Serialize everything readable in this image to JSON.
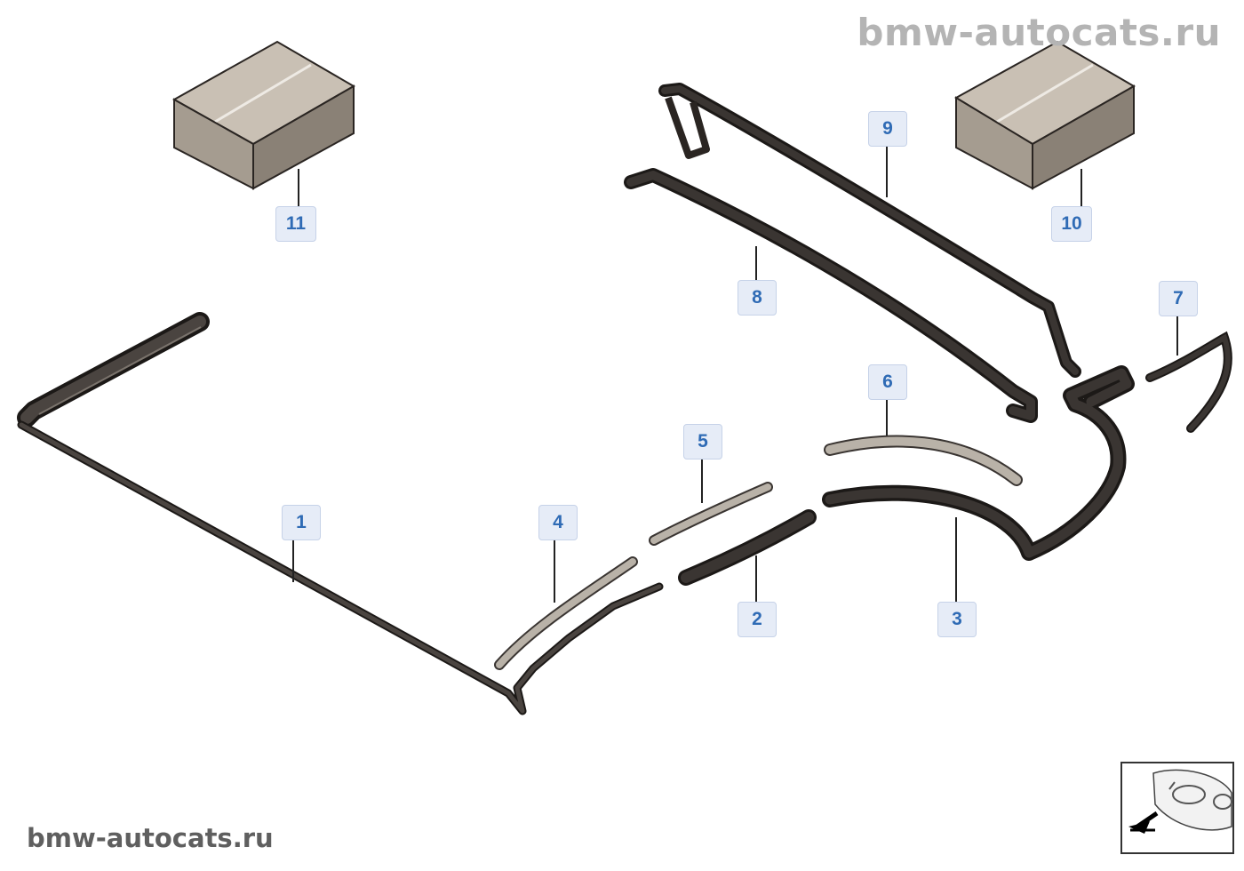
{
  "watermark": {
    "top": "bmw-autocats.ru",
    "bottom": "bmw-autocats.ru"
  },
  "colors": {
    "seal": "#3a3532",
    "seal_edge": "#1c1917",
    "trim_light": "#b9b2a8",
    "box_top": "#c9c0b4",
    "box_front": "#a59c90",
    "box_side": "#8a8176",
    "callout_fill": "#e6ecf7",
    "callout_text": "#2f6bb5",
    "leader": "#222222"
  },
  "callouts": [
    {
      "id": "1",
      "label": "1"
    },
    {
      "id": "2",
      "label": "2"
    },
    {
      "id": "3",
      "label": "3"
    },
    {
      "id": "4",
      "label": "4"
    },
    {
      "id": "5",
      "label": "5"
    },
    {
      "id": "6",
      "label": "6"
    },
    {
      "id": "7",
      "label": "7"
    },
    {
      "id": "8",
      "label": "8"
    },
    {
      "id": "9",
      "label": "9"
    },
    {
      "id": "10",
      "label": "10"
    },
    {
      "id": "11",
      "label": "11"
    }
  ],
  "orientation_icon": "car-front-orientation-icon"
}
